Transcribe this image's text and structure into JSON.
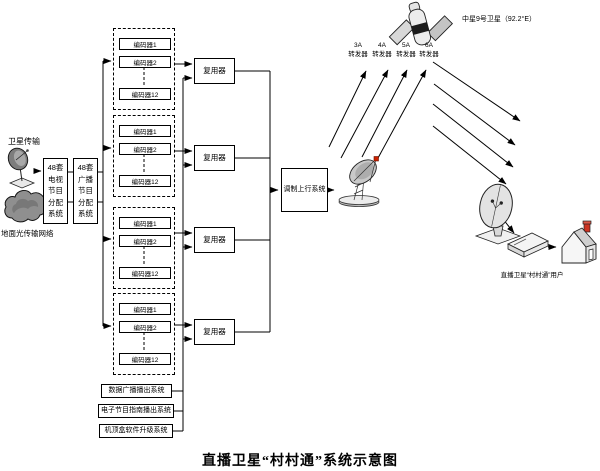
{
  "title": "直播卫星“村村通”系统示意图",
  "source": {
    "satellite_label": "卫星传输",
    "ground_label": "地面光传输网络",
    "tv_box": "48套\n电视\n节目\n分配\n系统",
    "radio_box": "48套\n广播\n节目\n分配\n系统"
  },
  "encoder_groups": [
    {
      "encoders": [
        "编码器1",
        "编码器2",
        "编码器12"
      ],
      "mux": "复用器"
    },
    {
      "encoders": [
        "编码器1",
        "编码器2",
        "编码器12"
      ],
      "mux": "复用器"
    },
    {
      "encoders": [
        "编码器1",
        "编码器2",
        "编码器12"
      ],
      "mux": "复用器"
    },
    {
      "encoders": [
        "编码器1",
        "编码器2",
        "编码器12"
      ],
      "mux": "复用器"
    }
  ],
  "bottom_systems": [
    "数据广播播出系统",
    "电子节目指南播出系统",
    "机顶盒软件升级系统"
  ],
  "uplink": {
    "modulator": "调制上行系统"
  },
  "satellite": {
    "name": "中星9号卫星（92.2°E）",
    "transponders": [
      "3A\n转发器",
      "4A\n转发器",
      "5A\n转发器",
      "6A\n转发器"
    ]
  },
  "receiver": {
    "user_label": "直播卫星“村村通”用户"
  },
  "colors": {
    "line": "#000000",
    "accent_red": "#cc2200",
    "icon_gray": "#c8c8c8"
  }
}
